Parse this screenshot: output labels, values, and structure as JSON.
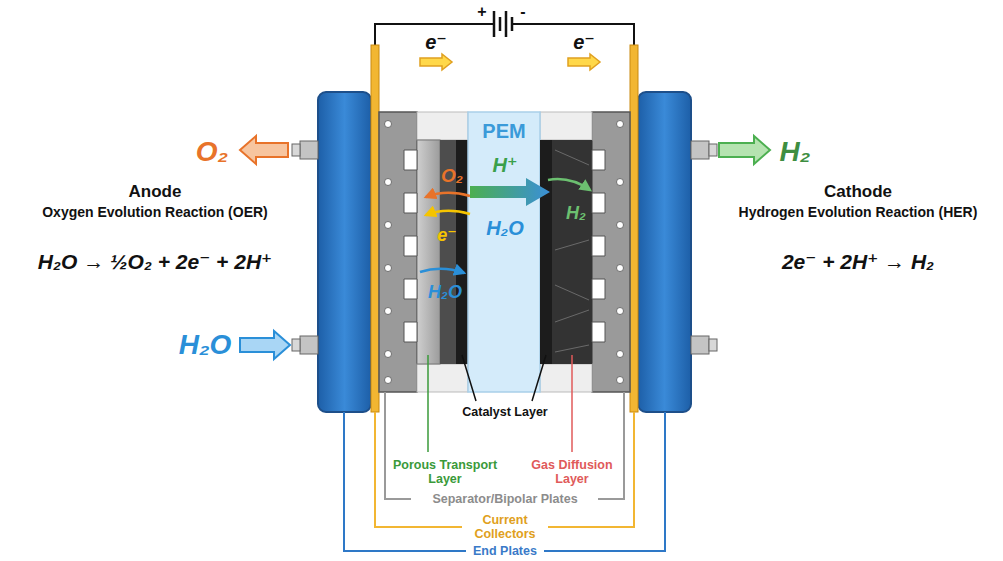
{
  "diagram": {
    "nodes": [
      {
        "text": [
          "PEM"
        ]
      }
    ],
    "labels": [
      "e⁻",
      "+",
      "-",
      "e⁻",
      "O₂",
      "H₂",
      "Anode",
      "Oxygen Evolution Reaction (OER)",
      "Cathode",
      "Hydrogen Evolution Reaction (HER)",
      "O₂",
      "H⁺",
      "H₂O → ½O₂ + 2e⁻ + 2H⁺",
      "e⁻",
      "H₂O",
      "H₂",
      "2e⁻ + 2H⁺ → H₂",
      "H₂O",
      "H₂O",
      "Catalyst Layer",
      "Porous Transport Layer",
      "Gas Diffusion Layer",
      "Separator/Bipolar Plates",
      "Current Collectors",
      "End Plates"
    ]
  }
}
